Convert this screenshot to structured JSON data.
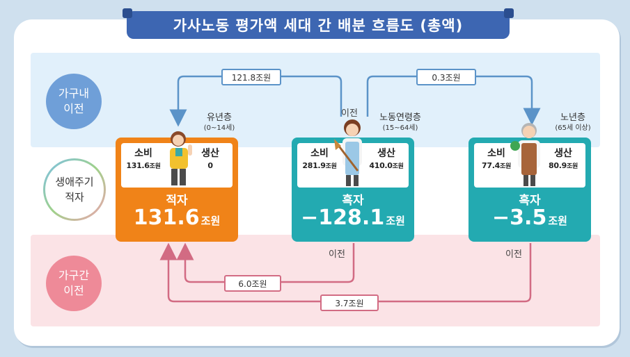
{
  "title": "가사노동 평가액 세대 간 배분 흐름도 (총액)",
  "rows": {
    "top": [
      "가구내",
      "이전"
    ],
    "middle": [
      "생애주기",
      "적자"
    ],
    "bottom": [
      "가구간",
      "이전"
    ]
  },
  "groups": [
    {
      "age_label": "유년층",
      "age_range": "(0~14세)",
      "consume_label": "소비",
      "consume_value": "131.6",
      "consume_unit": "조원",
      "produce_label": "생산",
      "produce_value": "0",
      "produce_unit": "",
      "kind": "적자",
      "amount": "131.6",
      "amount_unit": "조원",
      "color": "#f08318"
    },
    {
      "age_label": "노동연령층",
      "age_range": "(15~64세)",
      "consume_label": "소비",
      "consume_value": "281.9",
      "consume_unit": "조원",
      "produce_label": "생산",
      "produce_value": "410.0",
      "produce_unit": "조원",
      "kind": "흑자",
      "amount": "−128.1",
      "amount_unit": "조원",
      "color": "#23aab1"
    },
    {
      "age_label": "노년층",
      "age_range": "(65세 이상)",
      "consume_label": "소비",
      "consume_value": "77.4",
      "consume_unit": "조원",
      "produce_label": "생산",
      "produce_value": "80.9",
      "produce_unit": "조원",
      "kind": "흑자",
      "amount": "−3.5",
      "amount_unit": "조원",
      "color": "#23aab1"
    }
  ],
  "flows": {
    "household_inner_to_youth": "121.8조원",
    "household_inner_to_elderly": "0.3조원",
    "between_households_worker_to_youth": "6.0조원",
    "between_households_elderly_to_youth": "3.7조원",
    "transfer_label_top": "이전",
    "transfer_label_worker": "이전",
    "transfer_label_elderly": "이전"
  },
  "colors": {
    "title_bg": "#3d66b2",
    "top_band": "#e1f0fb",
    "bottom_band": "#fbe3e6",
    "inner_arrow": "#5b93c8",
    "between_arrow": "#d26b83",
    "deficit": "#f08318",
    "surplus": "#23aab1"
  }
}
